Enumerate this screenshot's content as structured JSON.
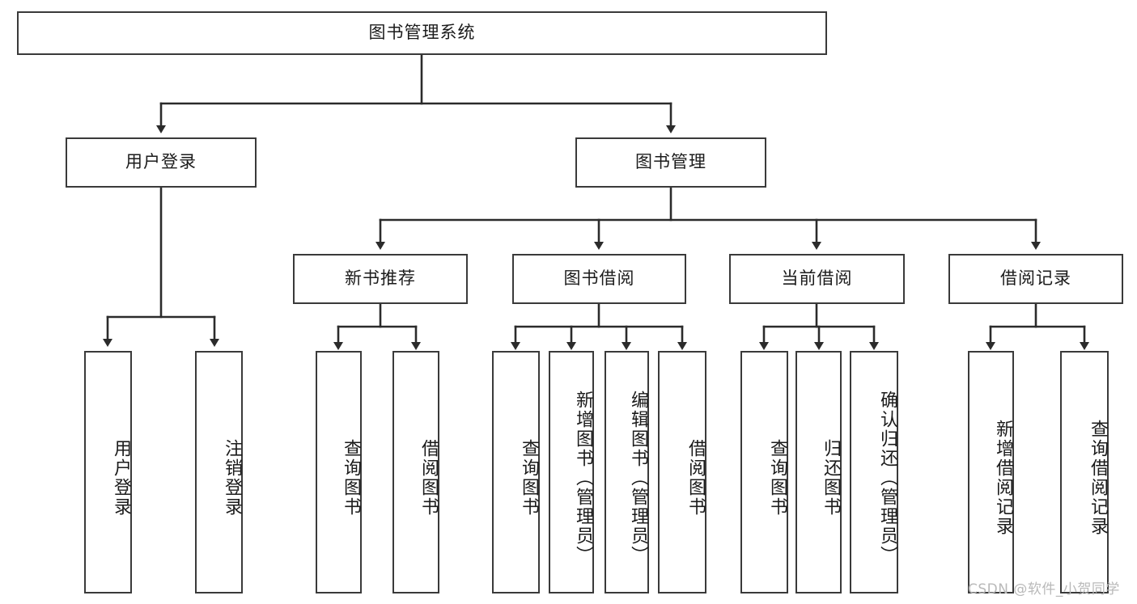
{
  "diagram": {
    "title": "图书管理系统",
    "type": "tree",
    "watermark": "CSDN @软件_小贺同学",
    "colors": {
      "box_border": "#3a3a3a",
      "box_fill": "#ffffff",
      "line": "#2b2b2b",
      "text": "#1b1b1b",
      "watermark": "#b9b9b9",
      "background": "#ffffff"
    },
    "nodes": {
      "root": {
        "label": "图书管理系统"
      },
      "level2": [
        {
          "id": "user-login",
          "label": "用户登录"
        },
        {
          "id": "book-management",
          "label": "图书管理"
        }
      ],
      "level3": [
        {
          "id": "new-book-recommend",
          "label": "新书推荐"
        },
        {
          "id": "book-borrow",
          "label": "图书借阅"
        },
        {
          "id": "current-borrow",
          "label": "当前借阅"
        },
        {
          "id": "borrow-record",
          "label": "借阅记录"
        }
      ],
      "leaves": {
        "user_login": [
          {
            "id": "leaf-user-login",
            "label": "用户登录"
          },
          {
            "id": "leaf-logout-login",
            "label": "注销登录"
          }
        ],
        "new_book_recommend": [
          {
            "id": "leaf-query-book-1",
            "label": "查询图书"
          },
          {
            "id": "leaf-borrow-book-1",
            "label": "借阅图书"
          }
        ],
        "book_borrow": [
          {
            "id": "leaf-query-book-2",
            "label": "查询图书"
          },
          {
            "id": "leaf-add-book-admin",
            "label": "新增图书（管理员）"
          },
          {
            "id": "leaf-edit-book-admin",
            "label": "编辑图书（管理员）"
          },
          {
            "id": "leaf-borrow-book-2",
            "label": "借阅图书"
          }
        ],
        "current_borrow": [
          {
            "id": "leaf-query-book-3",
            "label": "查询图书"
          },
          {
            "id": "leaf-return-book",
            "label": "归还图书"
          },
          {
            "id": "leaf-confirm-return-admin",
            "label": "确认归还（管理员）"
          }
        ],
        "borrow_record": [
          {
            "id": "leaf-add-borrow-record",
            "label": "新增借阅记录"
          },
          {
            "id": "leaf-query-borrow-record",
            "label": "查询借阅记录"
          }
        ]
      }
    }
  }
}
